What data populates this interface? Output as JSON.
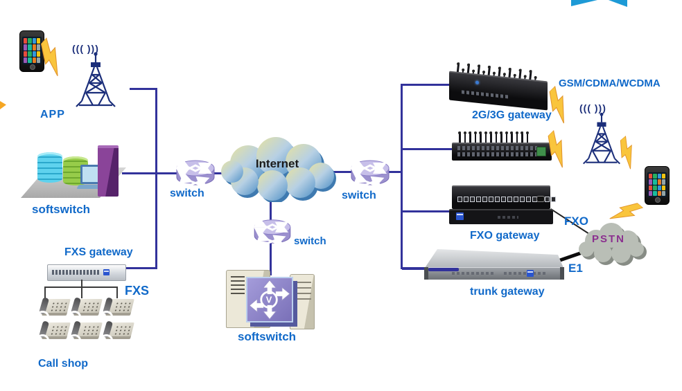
{
  "labels": {
    "app": "APP",
    "softswitch_left": "softswitch",
    "fxs_gateway": "FXS gateway",
    "fxs": "FXS",
    "call_shop": "Call shop",
    "switch_left": "switch",
    "switch_center": "switch",
    "switch_right": "switch",
    "internet": "Internet",
    "softswitch_center": "softswitch",
    "gateway_2g3g": "2G/3G gateway",
    "gsm_cdma_wcdma": "GSM/CDMA/WCDMA",
    "fxo_gateway": "FXO gateway",
    "fxo": "FXO",
    "pstn": "PSTN",
    "e1": "E1",
    "trunk_gateway": "trunk gateway",
    "radio_waves": "((( )))"
  },
  "colors": {
    "line": "#32329b",
    "label": "#1069c9",
    "internet_text": "#1a1a1a",
    "pstn_text": "#8b2f8f",
    "lightning": "#f9c53d",
    "lightning_edge": "#e2952b",
    "tower": "#1b2e7a",
    "corner_accent": "#1d9ad6"
  }
}
